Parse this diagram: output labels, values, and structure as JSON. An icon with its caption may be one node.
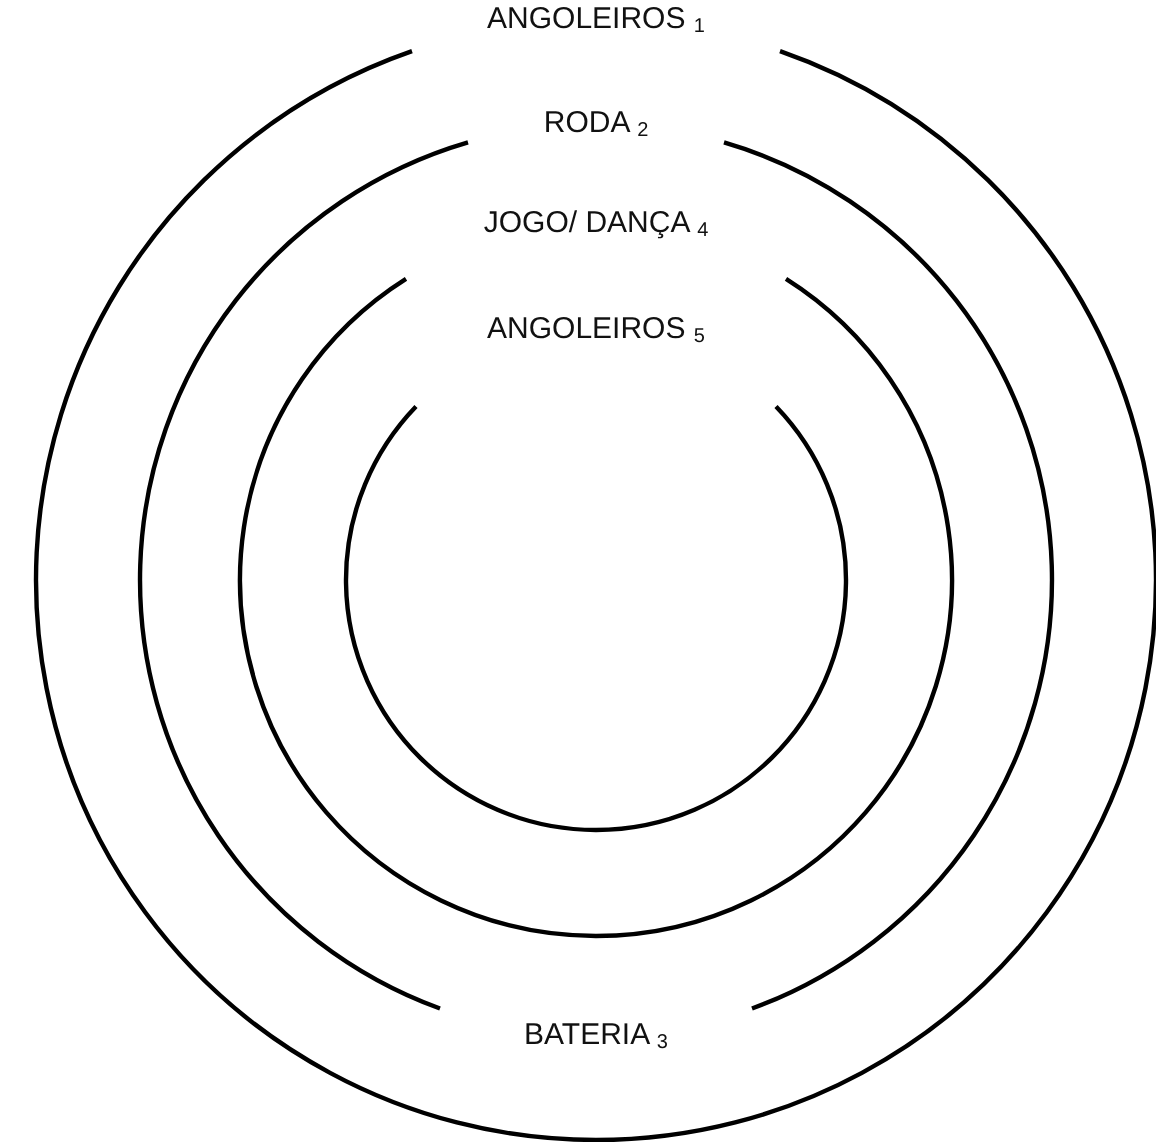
{
  "diagram": {
    "nodes": [
      {
        "text": [
          "ANGOLEIROS $_{1}$"
        ]
      },
      {
        "text": [
          "RODA $_{2}$",
          "BATERIA $_{3}$"
        ],
        "in": 0
      },
      {
        "text": [
          "JOGO/ DANÇA $_{4}$"
        ],
        "in": 1
      },
      {
        "text": [
          "ANGOLEIROS $_{5}$"
        ],
        "in": 2
      }
    ]
  }
}
